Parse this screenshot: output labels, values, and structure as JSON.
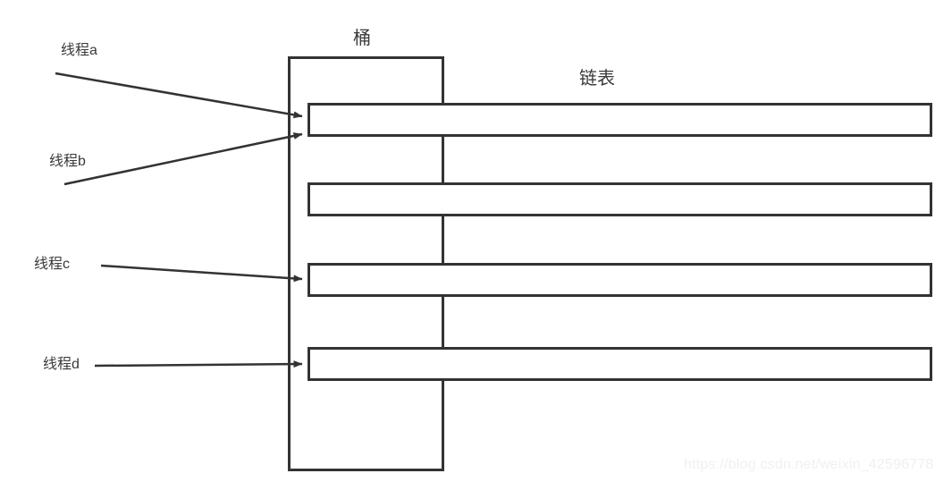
{
  "figure": {
    "background_color": "#ffffff",
    "stroke_color": "#333333",
    "text_color": "#3a3a3a",
    "watermark_color": "#f0f0f0",
    "watermark": "https://blog.csdn.net/weixin_42596778"
  },
  "titles": {
    "bucket": "桶",
    "linked_list": "链表"
  },
  "threads": [
    {
      "id": "a",
      "label": "线程a",
      "target_node": 1
    },
    {
      "id": "b",
      "label": "线程b",
      "target_node": 1
    },
    {
      "id": "c",
      "label": "线程c",
      "target_node": 3
    },
    {
      "id": "d",
      "label": "线程d",
      "target_node": 4
    }
  ],
  "nodes": [
    {
      "index": 1,
      "label": ""
    },
    {
      "index": 2,
      "label": ""
    },
    {
      "index": 3,
      "label": ""
    },
    {
      "index": 4,
      "label": ""
    }
  ]
}
